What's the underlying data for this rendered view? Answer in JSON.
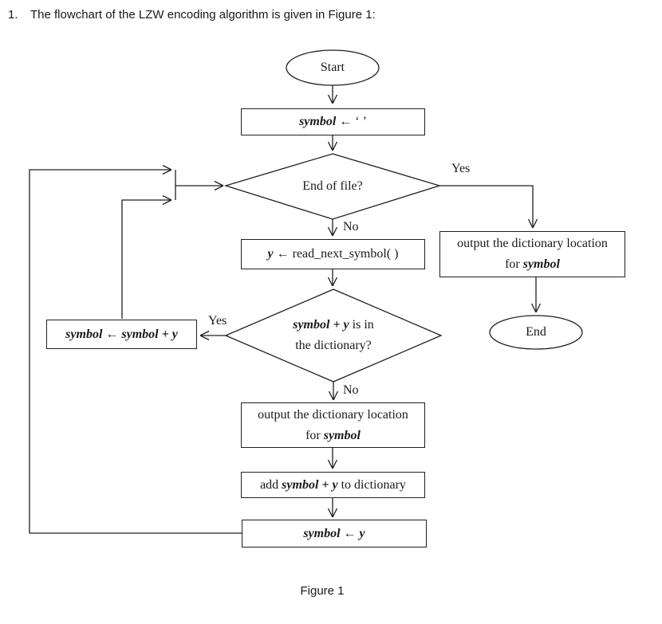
{
  "page": {
    "title_number": "1.",
    "title_text": "The flowchart of the LZW encoding algorithm is given in Figure 1:",
    "figure_caption": "Figure 1"
  },
  "flowchart": {
    "start": {
      "label": "Start"
    },
    "init": {
      "var": "symbol",
      "rest": " ← ‘ ’"
    },
    "eof_decision": {
      "label": "End of file?"
    },
    "eof_yes_label": "Yes",
    "eof_no_label": "No",
    "read": {
      "var": "y",
      "rest": " ← read_next_symbol( )"
    },
    "output_right": {
      "line1": "output the dictionary location",
      "line2_plain": "for ",
      "line2_var": "symbol"
    },
    "end": {
      "label": "End"
    },
    "dict_decision": {
      "line1_var": "symbol + y",
      "line1_rest": " is in",
      "line2": "the dictionary?"
    },
    "dict_yes_label": "Yes",
    "dict_no_label": "No",
    "append": {
      "label": "symbol ← symbol + y"
    },
    "output_bottom": {
      "line1": "output the dictionary location",
      "line2_plain": "for ",
      "line2_var": "symbol"
    },
    "add": {
      "p1": "add ",
      "v1": "symbol + y",
      "p2": " to dictionary"
    },
    "assign": {
      "label": "symbol ← y"
    }
  }
}
